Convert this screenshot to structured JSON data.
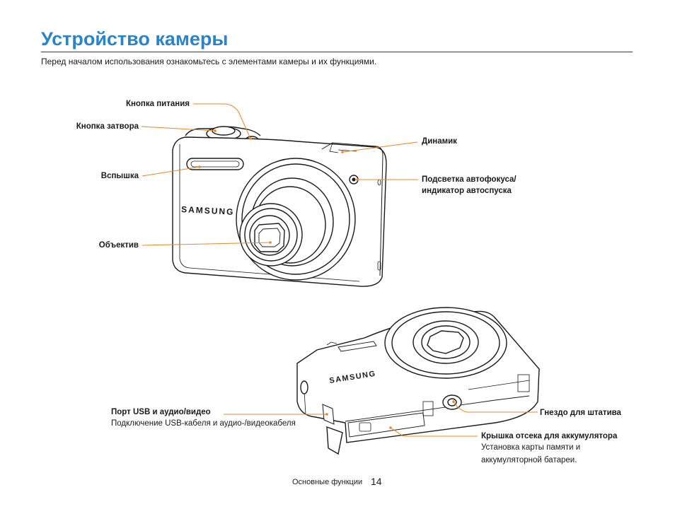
{
  "header": {
    "title": "Устройство камеры",
    "intro": "Перед началом использования ознакомьтесь с элементами камеры и их функциями."
  },
  "front_view": {
    "brand_logo": "SAMSUNG",
    "labels": {
      "power_button": "Кнопка питания",
      "shutter_button": "Кнопка затвора",
      "flash": "Вспышка",
      "lens": "Объектив",
      "speaker": "Динамик",
      "af_assist_line1": "Подсветка автофокуса/",
      "af_assist_line2": "индикатор автоспуска"
    }
  },
  "bottom_view": {
    "brand_logo": "SAMSUNG",
    "labels": {
      "usb_port": "Порт USB и аудио/видео",
      "usb_port_desc": "Подключение USB-кабеля и аудио-/видеокабеля",
      "tripod_mount": "Гнездо для штатива",
      "battery_cover": "Крышка отсека для аккумулятора",
      "battery_cover_desc1": "Установка карты памяти и",
      "battery_cover_desc2": "аккумуляторной батареи."
    }
  },
  "footer": {
    "section": "Основные функции",
    "page": "14"
  },
  "colors": {
    "title": "#2a84c9",
    "leader": "#e8872c",
    "outline": "#1a1a1a"
  }
}
